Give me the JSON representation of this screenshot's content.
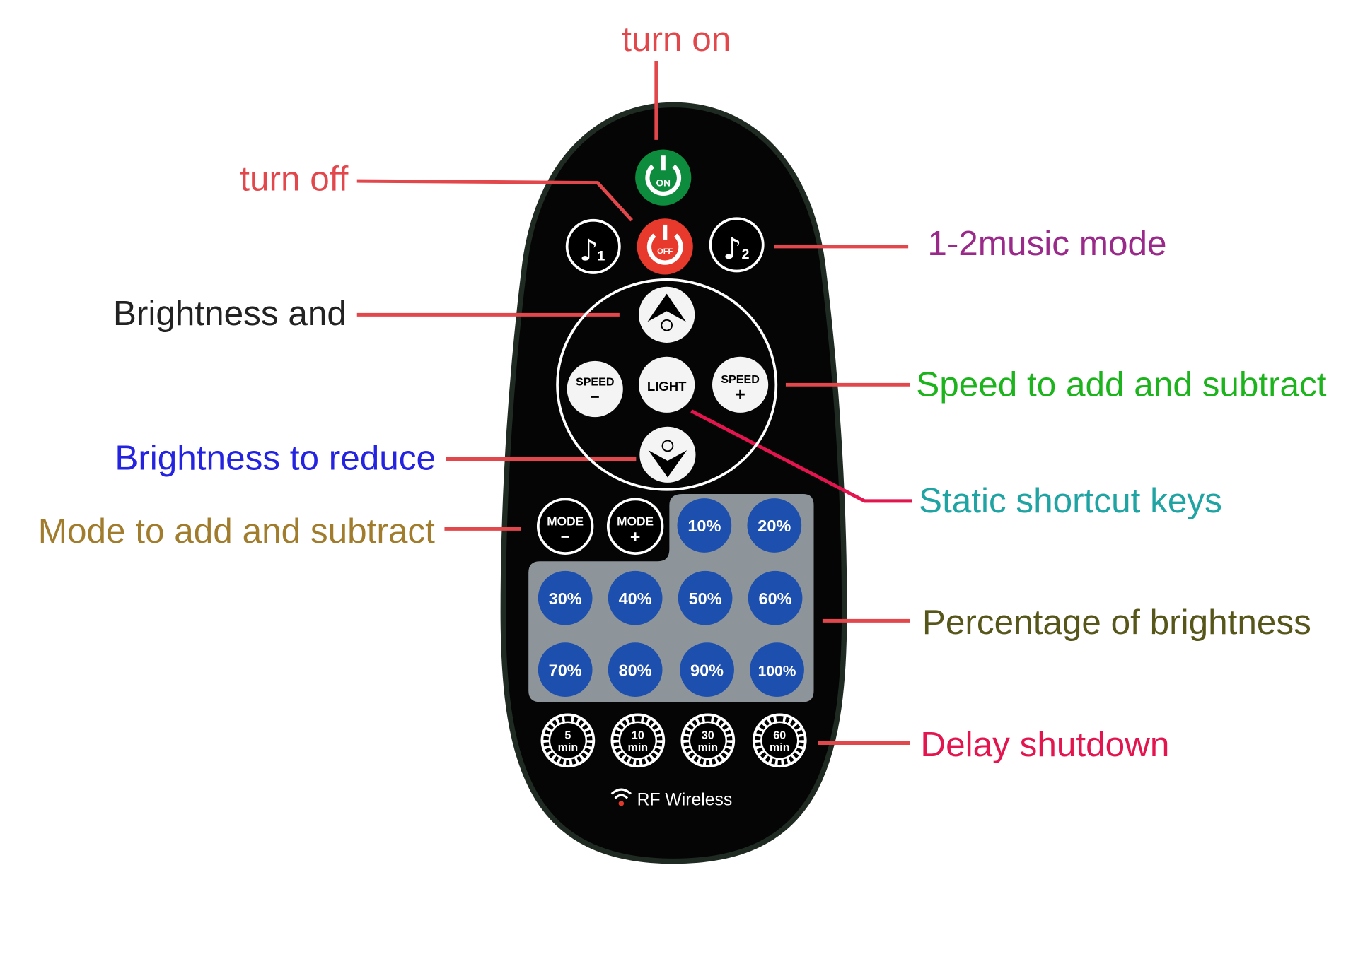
{
  "labels": {
    "turn_on": "turn on",
    "turn_off": "turn off",
    "music_mode": "1-2music mode",
    "brightness_add": "Brightness and",
    "speed": "Speed to add and subtract",
    "brightness_reduce": "Brightness to reduce",
    "static_keys": "Static shortcut keys",
    "mode": "Mode to add and subtract",
    "percentage": "Percentage of brightness",
    "delay": "Delay shutdown"
  },
  "colors": {
    "turn_on": "#e2474b",
    "turn_off": "#e2474b",
    "music_mode": "#9a2a8a",
    "brightness_add": "#222222",
    "speed": "#1db31d",
    "brightness_reduce": "#2323e0",
    "static_keys": "#1fa3a3",
    "mode": "#a07c2c",
    "percentage": "#56561b",
    "delay": "#e2154f",
    "leader": "#e2474b"
  },
  "remote": {
    "on": "ON",
    "off": "OFF",
    "music1": "1",
    "music2": "2",
    "speed_label": "SPEED",
    "speed_minus": "−",
    "speed_plus": "+",
    "light": "LIGHT",
    "mode_label": "MODE",
    "mode_minus": "−",
    "mode_plus": "+",
    "percent": [
      "10%",
      "20%",
      "30%",
      "40%",
      "50%",
      "60%",
      "70%",
      "80%",
      "90%",
      "100%"
    ],
    "timers": [
      {
        "value": "5",
        "unit": "min"
      },
      {
        "value": "10",
        "unit": "min"
      },
      {
        "value": "30",
        "unit": "min"
      },
      {
        "value": "60",
        "unit": "min"
      }
    ],
    "brand": "RF Wireless"
  }
}
